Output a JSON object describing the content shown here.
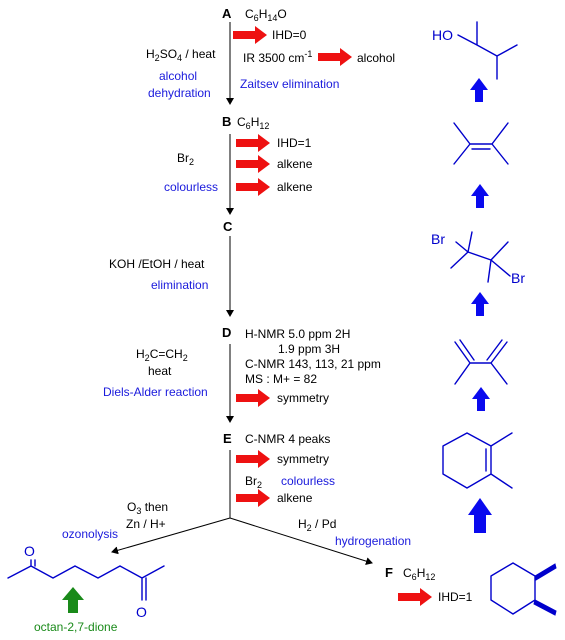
{
  "compounds": {
    "A": {
      "label": "A",
      "formula_main": "C",
      "formula_sub1": "6",
      "formula_mid": "H",
      "formula_sub2": "14",
      "formula_end": "O"
    },
    "B": {
      "label": "B",
      "formula_main": "C",
      "formula_sub1": "6",
      "formula_mid": "H",
      "formula_sub2": "12"
    },
    "C": {
      "label": "C"
    },
    "D": {
      "label": "D"
    },
    "E": {
      "label": "E"
    },
    "F": {
      "label": "F",
      "formula_main": "C",
      "formula_sub1": "6",
      "formula_mid": "H",
      "formula_sub2": "12"
    }
  },
  "step_A_B": {
    "reagent_a": "H",
    "reagent_sub": "2",
    "reagent_b": "SO",
    "reagent_sub2": "4",
    "reagent_c": " / heat",
    "name_line1": "alcohol",
    "name_line2": "dehydration",
    "ihd": "IHD=0",
    "ir": "IR 3500 cm",
    "ir_sup": "-1",
    "ir_result": "alcohol",
    "conclusion": "Zaitsev elimination"
  },
  "step_B_C": {
    "reagent": "Br",
    "reagent_sub": "2",
    "name": "colourless",
    "ihd": "IHD=1",
    "result1": "alkene",
    "result2": "alkene"
  },
  "step_C_D": {
    "reagent": "KOH /EtOH / heat",
    "name": "elimination"
  },
  "step_D_E": {
    "reagent_a": "H",
    "reagent_sub1": "2",
    "reagent_b": "C=CH",
    "reagent_sub2": "2",
    "heat": "heat",
    "name": "Diels-Alder reaction",
    "hnmr1": "H-NMR 5.0 ppm 2H",
    "hnmr2": "1.9 ppm 3H",
    "cnmr": "C-NMR 143, 113, 21 ppm",
    "ms": "MS : M+ = 82",
    "result": "symmetry"
  },
  "step_E": {
    "cnmr": "C-NMR 4 peaks",
    "result1": "symmetry",
    "reagent": "Br",
    "reagent_sub": "2",
    "colourless": "colourless",
    "result2": "alkene"
  },
  "step_ozone": {
    "reagent_a": "O",
    "reagent_sub": "3",
    "reagent_b": " then",
    "reagent_line2": "Zn / H+",
    "name": "ozonolysis",
    "product_name": "octan-2,7-dione"
  },
  "step_hydrogen": {
    "reagent_a": "H",
    "reagent_sub": "2",
    "reagent_b": " / Pd",
    "name": "hydrogenation",
    "ihd": "IHD=1"
  },
  "structures": {
    "A_hydroxyl": "HO",
    "C_br1": "Br",
    "C_br2": "Br",
    "dione_o1": "O",
    "dione_o2": "O"
  },
  "colors": {
    "red_arrow": "#ee1111",
    "blue_arrow": "#0a0aee",
    "green_arrow": "#1a8a1a",
    "structure": "#0000cc",
    "annotation": "#1a1adc"
  }
}
